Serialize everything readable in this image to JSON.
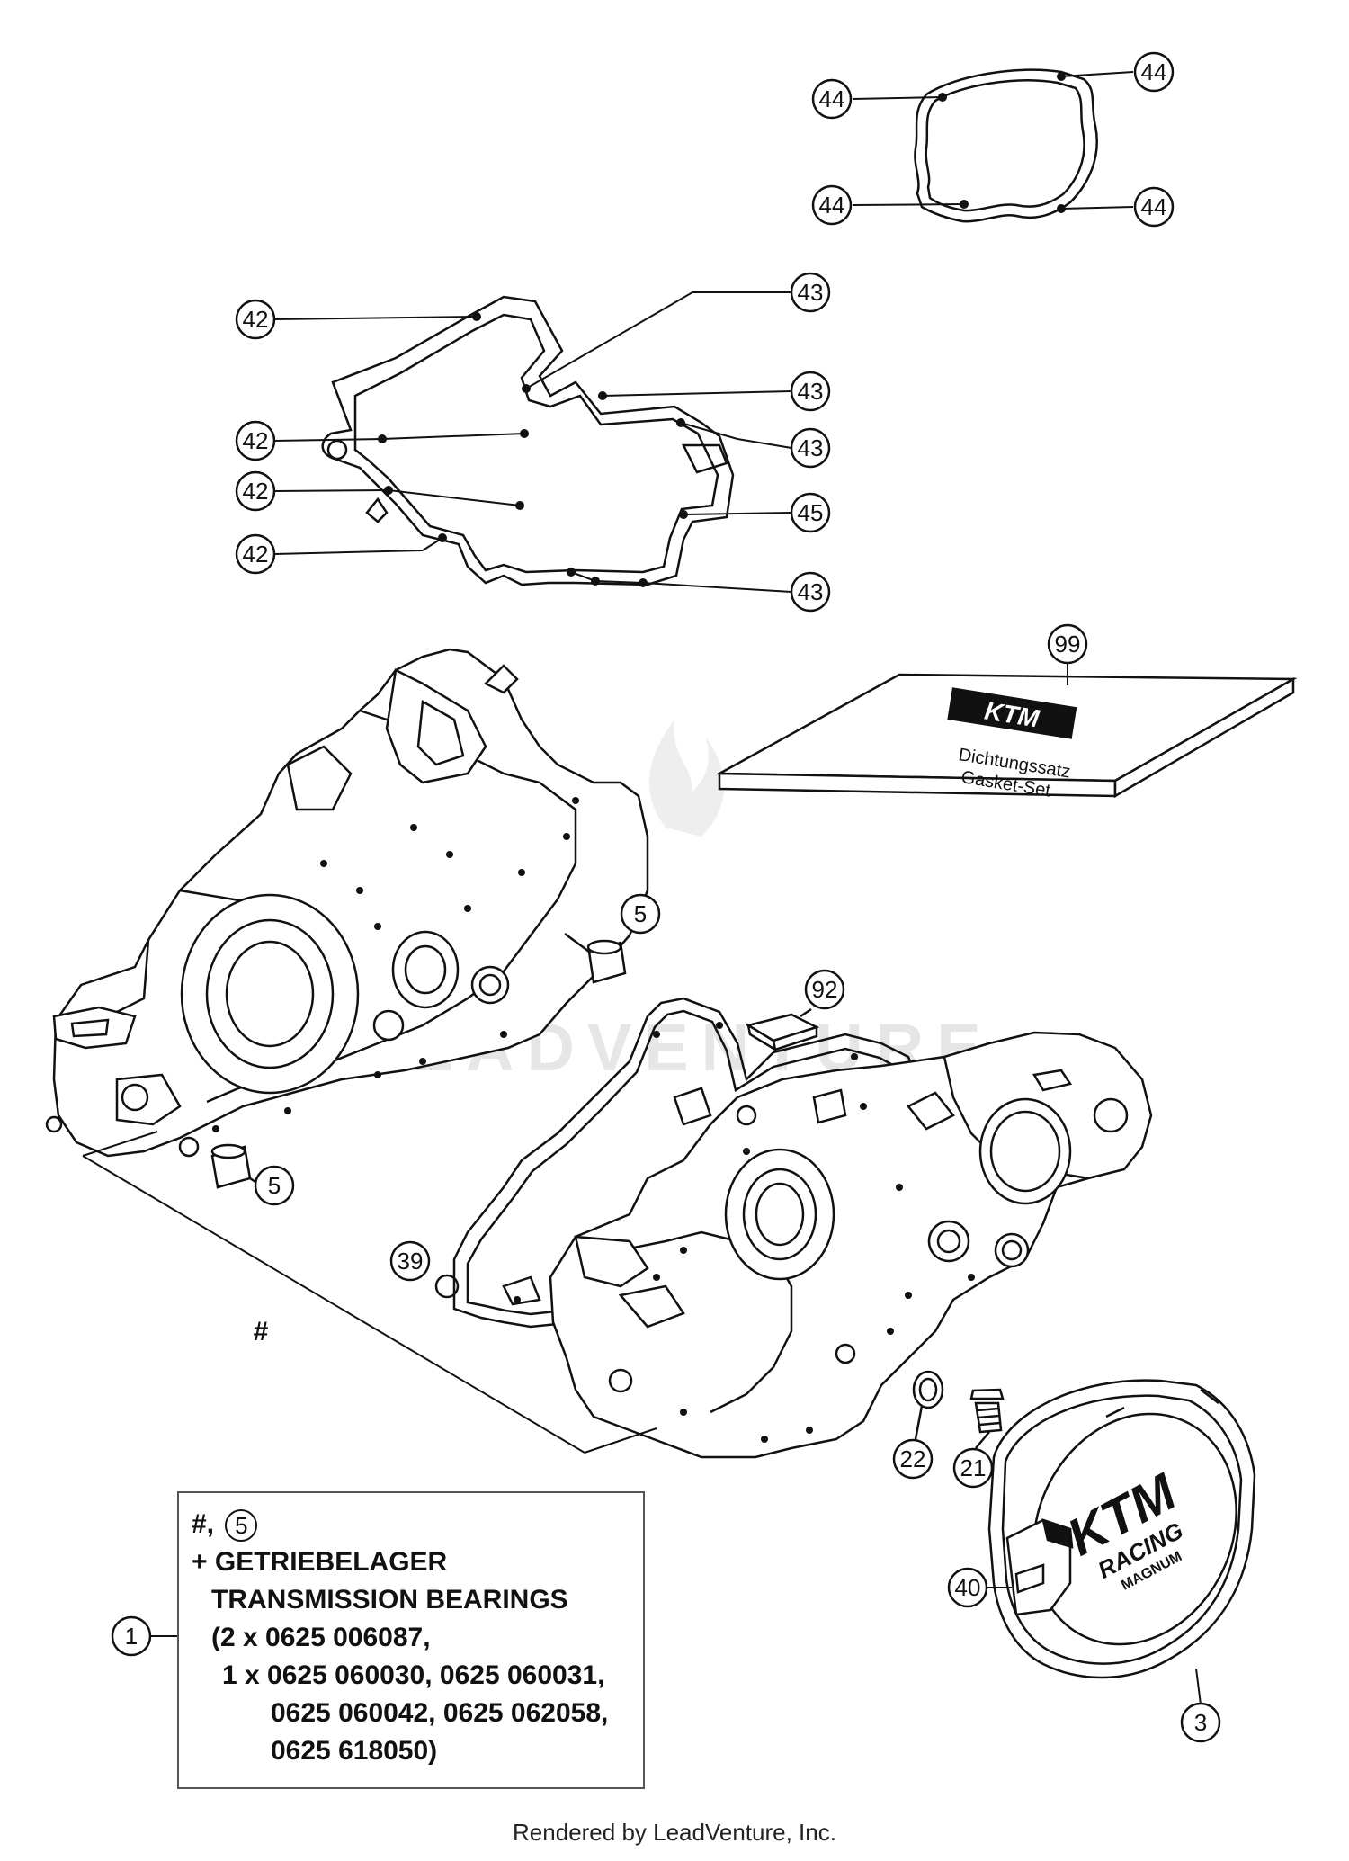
{
  "callouts": {
    "c44a": "44",
    "c44b": "44",
    "c44c": "44",
    "c44d": "44",
    "c42a": "42",
    "c42b": "42",
    "c42c": "42",
    "c42d": "42",
    "c43a": "43",
    "c43b": "43",
    "c43c": "43",
    "c43d": "43",
    "c45": "45",
    "c99": "99",
    "c5a": "5",
    "c5b": "5",
    "c92": "92",
    "c39": "39",
    "c22": "22",
    "c21": "21",
    "c40": "40",
    "c3": "3",
    "c1": "1"
  },
  "hash_mark": "#",
  "gasket_set": {
    "brand": "KTM",
    "line1": "Dichtungssatz",
    "line2": "Gasket-Set"
  },
  "cover_logo": {
    "brand": "KTM",
    "racing": "RACING",
    "sub": "MAGNUM"
  },
  "legend": {
    "line1_prefix": "#,",
    "line1_circle": "5",
    "line2": "+ GETRIEBELAGER",
    "line3": "TRANSMISSION BEARINGS",
    "line4": "(2 x 0625 006087,",
    "line5": "1 x 0625 060030, 0625 060031,",
    "line6": "0625 060042, 0625 062058,",
    "line7": "0625 618050)"
  },
  "watermark": "LEADVENTURE",
  "footer": "Rendered by LeadVenture, Inc."
}
